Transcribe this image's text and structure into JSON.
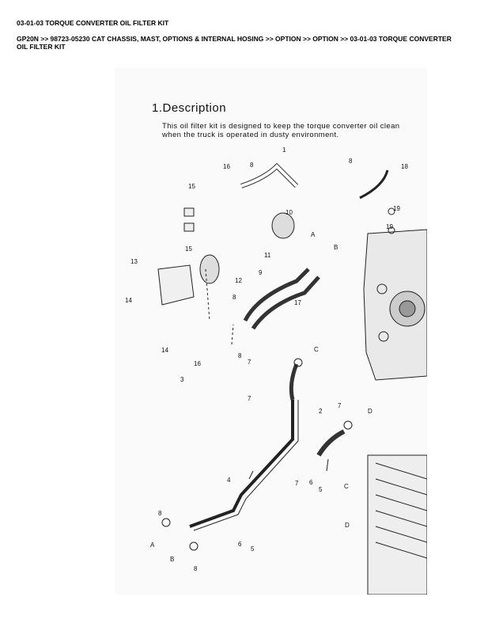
{
  "header": {
    "title": "03-01-03 TORQUE CONVERTER OIL FILTER KIT",
    "breadcrumb": "GP20N >> 98723-05230 CAT CHASSIS, MAST, OPTIONS & INTERNAL HOSING >> OPTION >> OPTION >> 03-01-03 TORQUE CONVERTER OIL FILTER KIT"
  },
  "figure": {
    "heading": "1.Description",
    "text_line1": "This oil filter kit is designed to keep the torque converter oil clean",
    "text_line2": "when the truck is operated in dusty environment.",
    "callouts": [
      "1",
      "16",
      "8",
      "8",
      "18",
      "15",
      "19",
      "10",
      "15",
      "19",
      "A",
      "B",
      "11",
      "13",
      "12",
      "9",
      "17",
      "14",
      "8",
      "14",
      "16",
      "8",
      "C",
      "7",
      "3",
      "7",
      "2",
      "7",
      "D",
      "4",
      "7",
      "6",
      "5",
      "C",
      "8",
      "D",
      "6",
      "5",
      "A",
      "B",
      "8"
    ]
  }
}
